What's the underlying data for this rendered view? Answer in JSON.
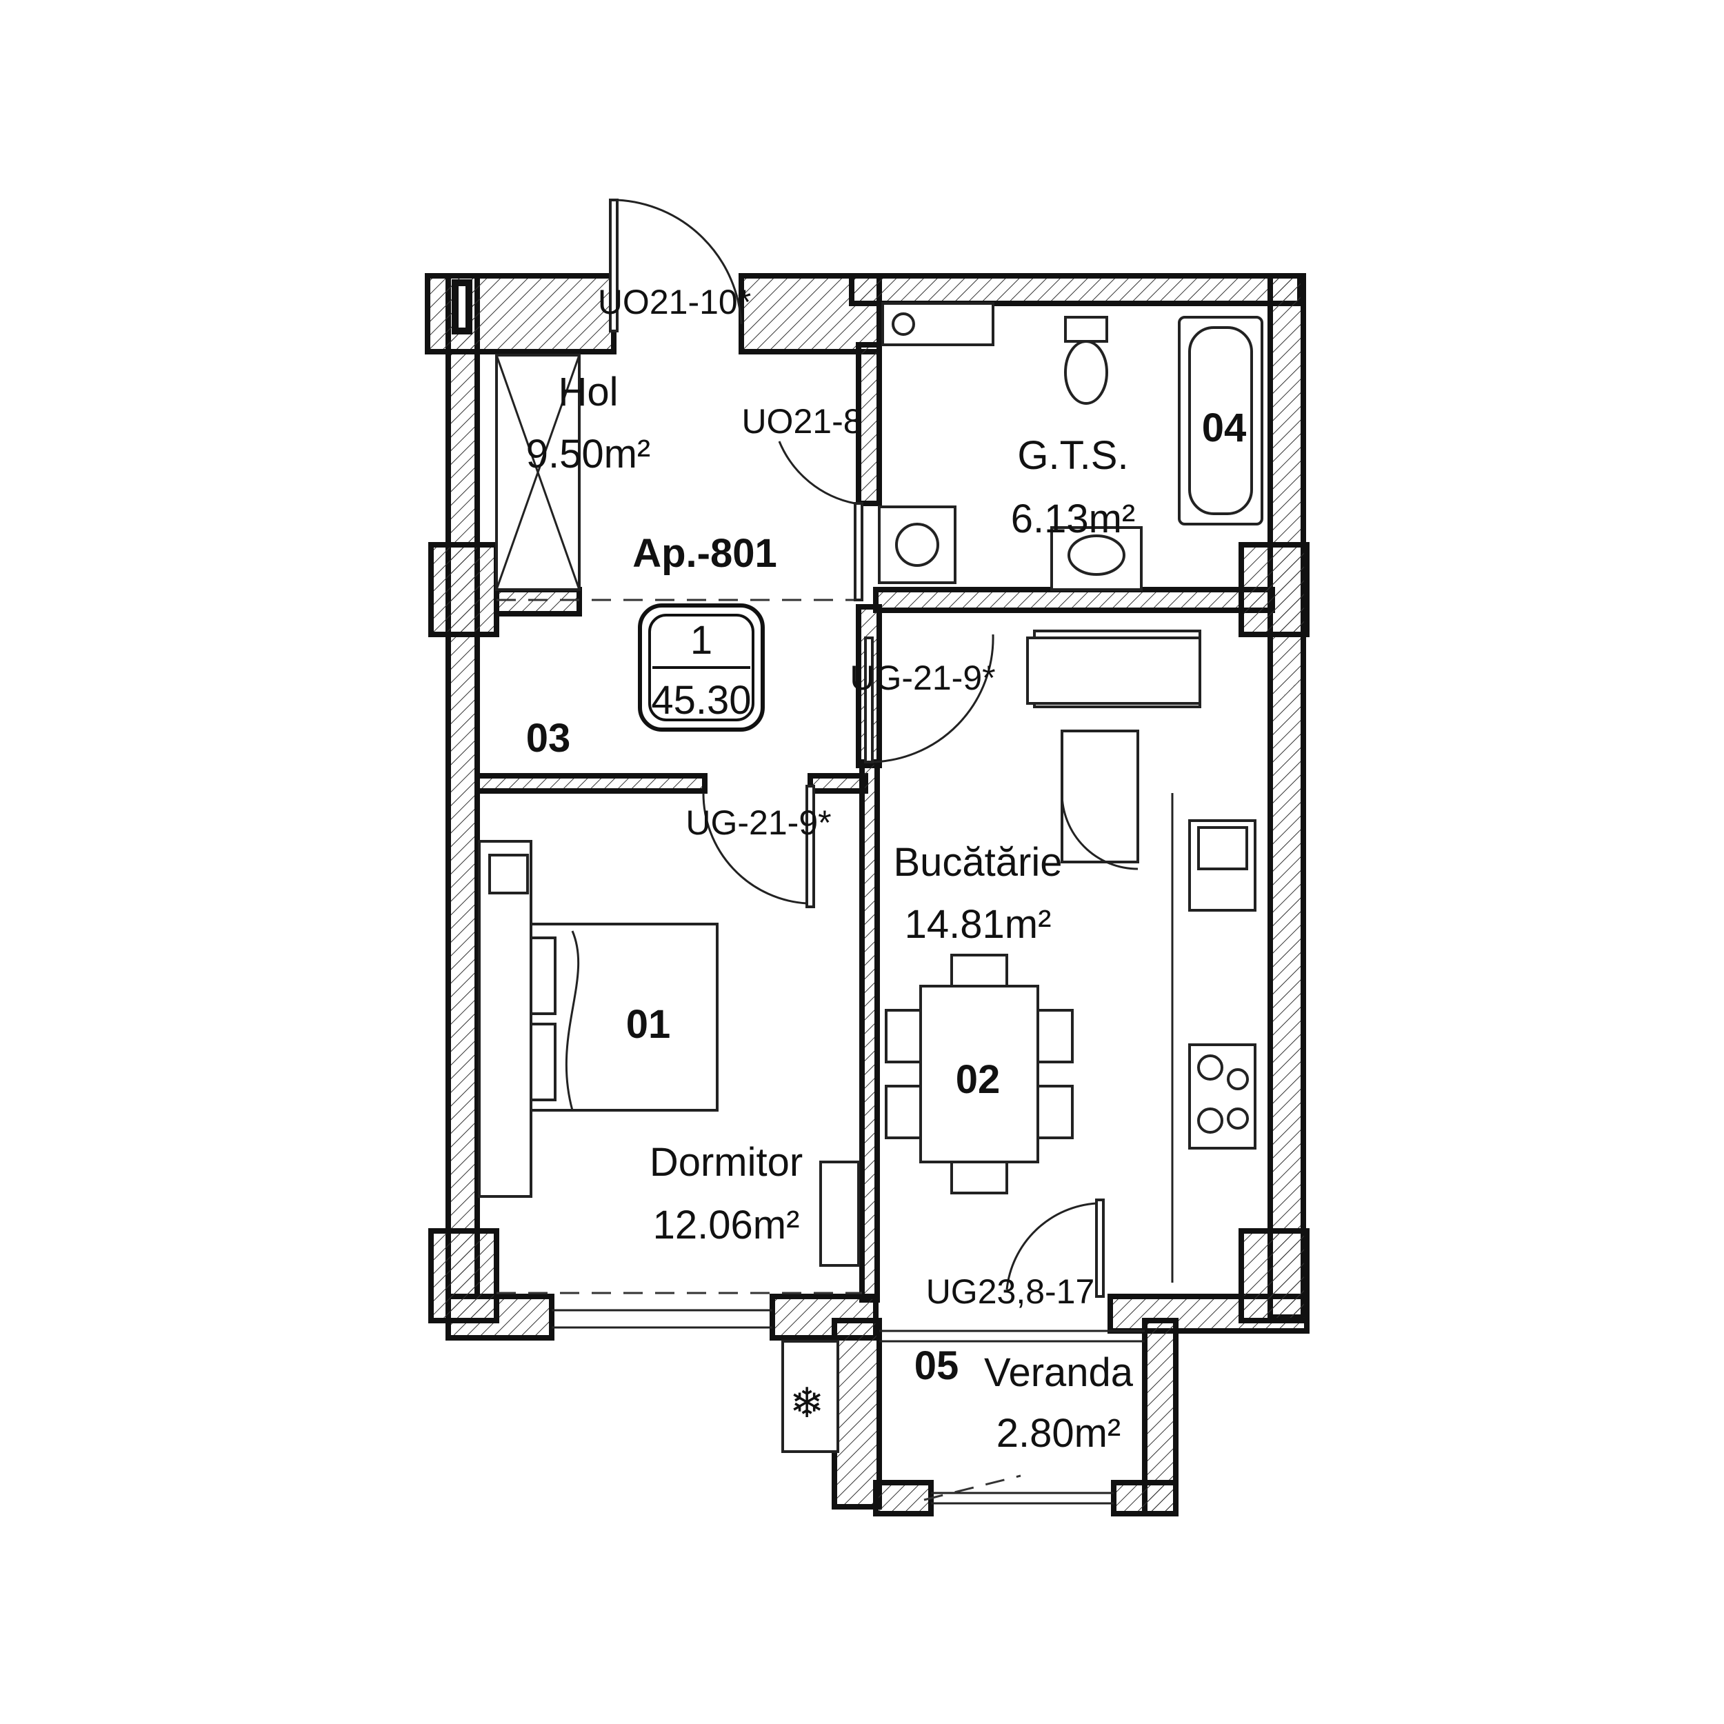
{
  "apartment": {
    "name": "Ap.-801",
    "rooms_count": "1",
    "total_area": "45.30"
  },
  "rooms": [
    {
      "number": "01",
      "name": "Dormitor",
      "area": "12.06m²"
    },
    {
      "number": "02",
      "name": "Bucătărie",
      "area": "14.81m²"
    },
    {
      "number": "03",
      "name": "Hol",
      "area": "9.50m²"
    },
    {
      "number": "04",
      "name": "G.T.S.",
      "area": "6.13m²"
    },
    {
      "number": "05",
      "name": "Veranda",
      "area": "2.80m²"
    }
  ],
  "doors": {
    "entrance": "UO21-10*",
    "bath": "UO21-8",
    "kitchen": "UG-21-9*",
    "bedroom": "UG-21-9*",
    "balcony": "UG23,8-17"
  },
  "colors": {
    "line": "#111111",
    "background": "#ffffff"
  }
}
